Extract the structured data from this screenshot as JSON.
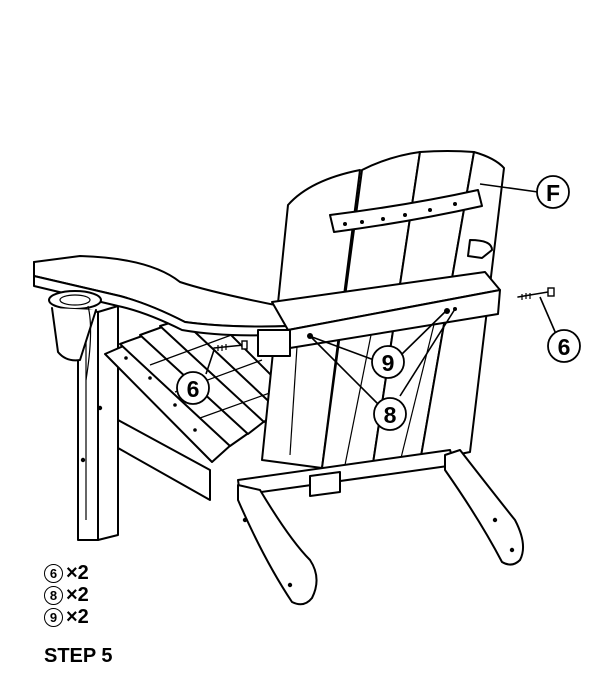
{
  "diagram": {
    "callouts": {
      "F": "F",
      "bolt_right": "6",
      "bolt_left": "6",
      "nut": "9",
      "washer": "8"
    }
  },
  "parts_list": [
    {
      "num": "6",
      "qty": "×2"
    },
    {
      "num": "8",
      "qty": "×2"
    },
    {
      "num": "9",
      "qty": "×2"
    }
  ],
  "step": "STEP 5"
}
